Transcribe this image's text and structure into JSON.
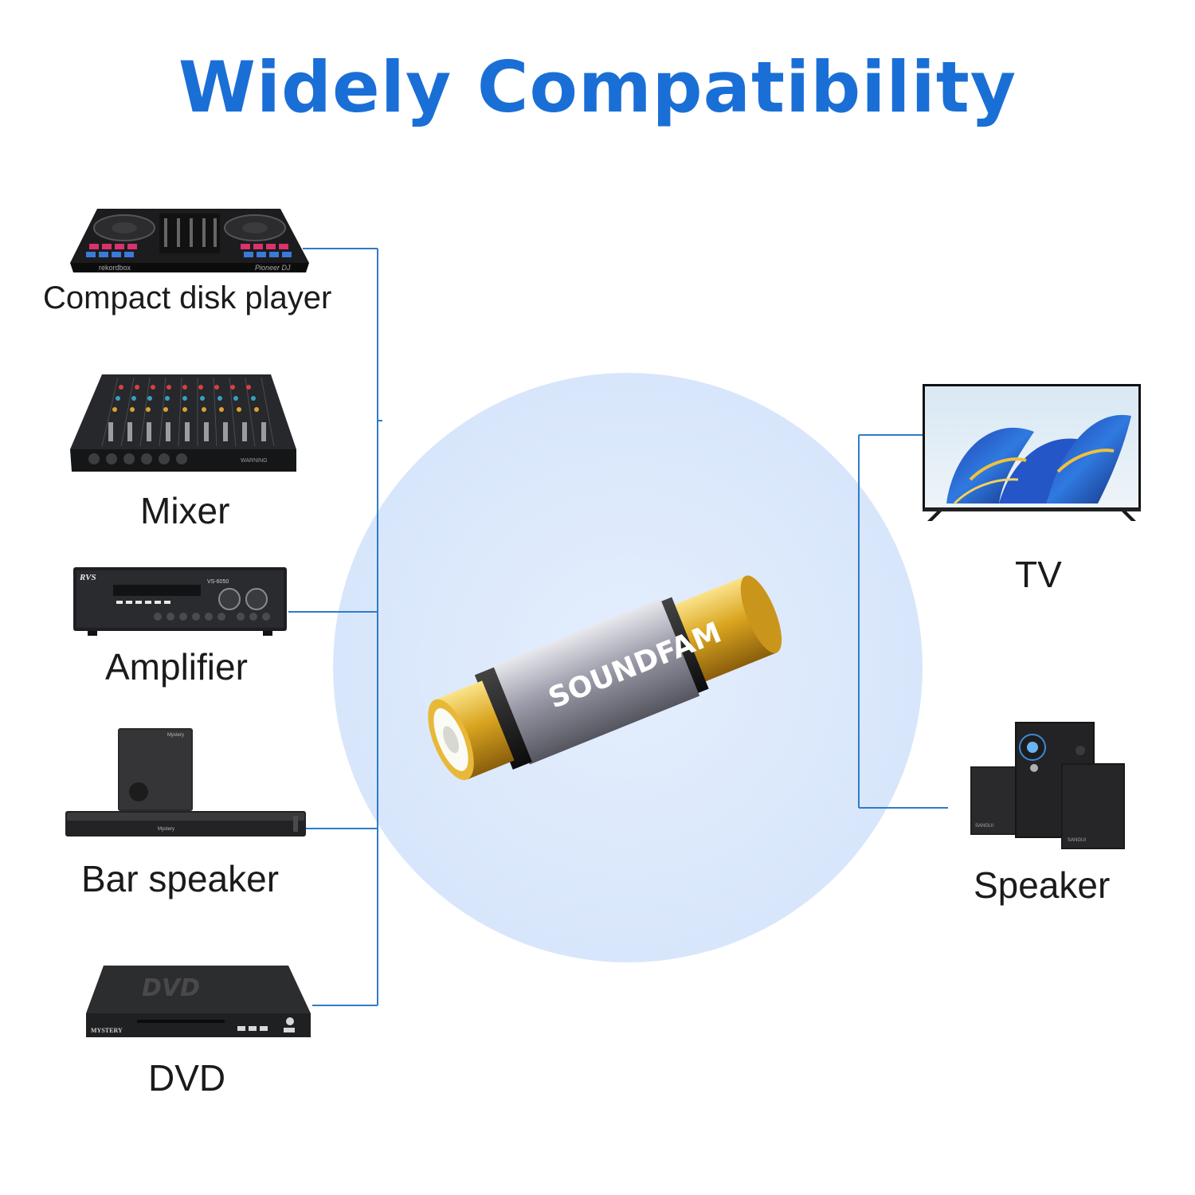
{
  "title": "Widely Compatibility",
  "product": {
    "brand_text": "SOUNDFAM",
    "icon": "rca-coupler-adapter"
  },
  "left_devices": [
    {
      "label": "Compact disk player",
      "icon": "dj-controller-icon"
    },
    {
      "label": "Mixer",
      "icon": "audio-mixer-icon"
    },
    {
      "label": "Amplifier",
      "icon": "amplifier-icon"
    },
    {
      "label": "Bar speaker",
      "icon": "soundbar-icon"
    },
    {
      "label": "DVD",
      "icon": "dvd-player-icon"
    }
  ],
  "right_devices": [
    {
      "label": "TV",
      "icon": "tv-icon"
    },
    {
      "label": "Speaker",
      "icon": "speaker-system-icon"
    }
  ],
  "device_text": {
    "dj_brand": "rekordbox",
    "dj_maker": "Pioneer DJ",
    "mixer_warning": "WARNING",
    "amp_brand": "RVS",
    "amp_model": "VS-6050",
    "soundbar_brand": "Mystery",
    "dvd_logo": "DVD",
    "dvd_brand": "MYSTERY",
    "speaker_brand": "SANGUI"
  },
  "colors": {
    "title": "#1a6fd6",
    "connector_line": "#2e7cc8",
    "circle_bg": "#dbe8fb",
    "gold": "#d9a520"
  }
}
